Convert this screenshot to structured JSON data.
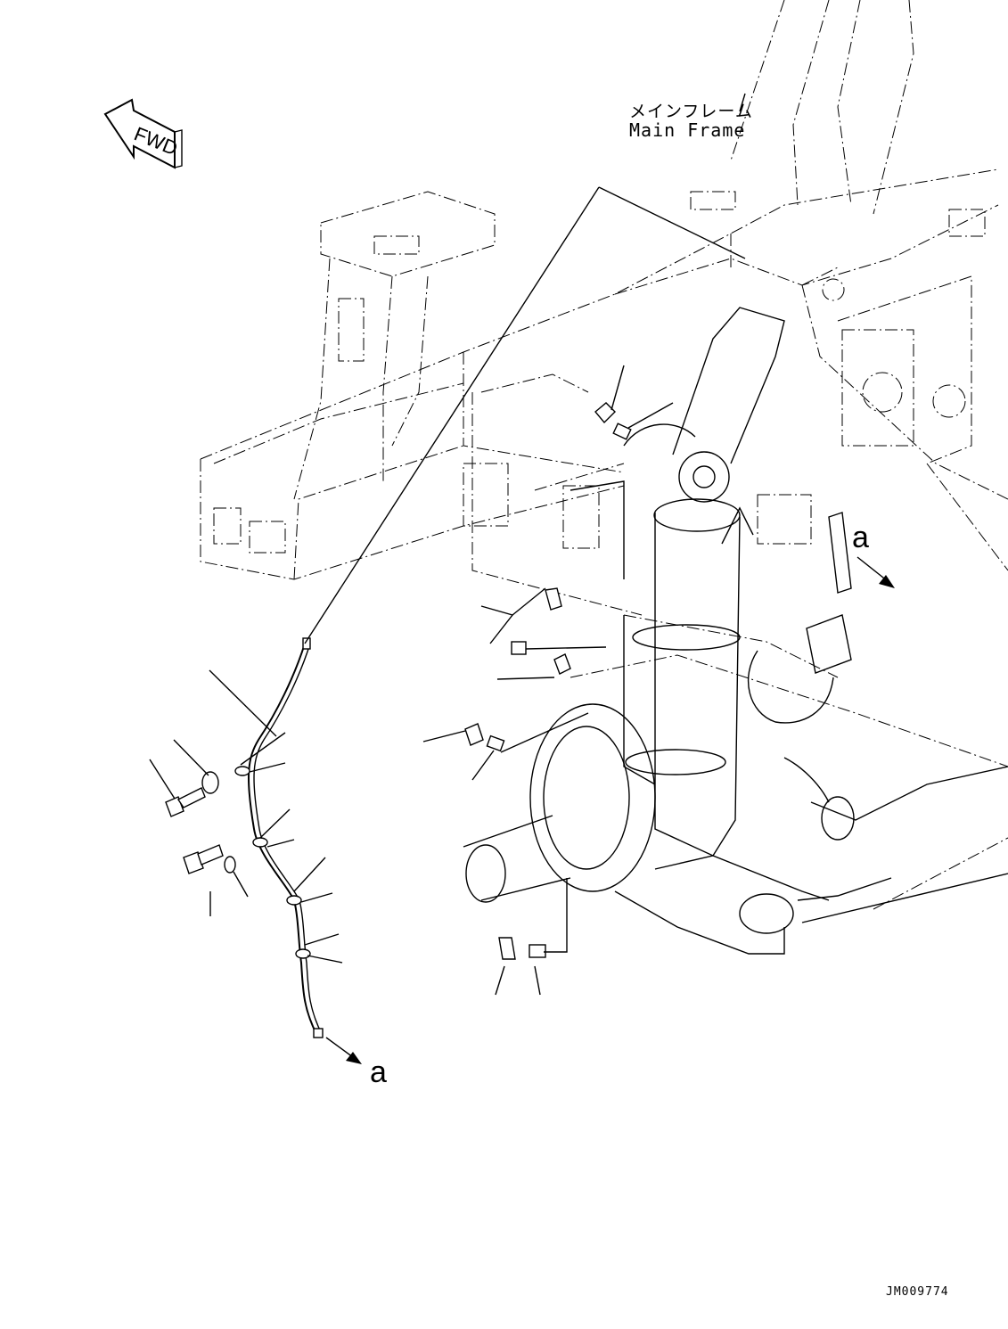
{
  "labels": {
    "main_frame_jp": "メインフレーム",
    "main_frame_en": "Main Frame",
    "callout_a_upper": "a",
    "callout_a_lower": "a",
    "fwd": "FWD",
    "drawing_id": "JM009774"
  },
  "icons": {
    "fwd_arrow": "fwd-arrow-icon"
  },
  "colors": {
    "line": "#000000",
    "background": "#ffffff"
  }
}
